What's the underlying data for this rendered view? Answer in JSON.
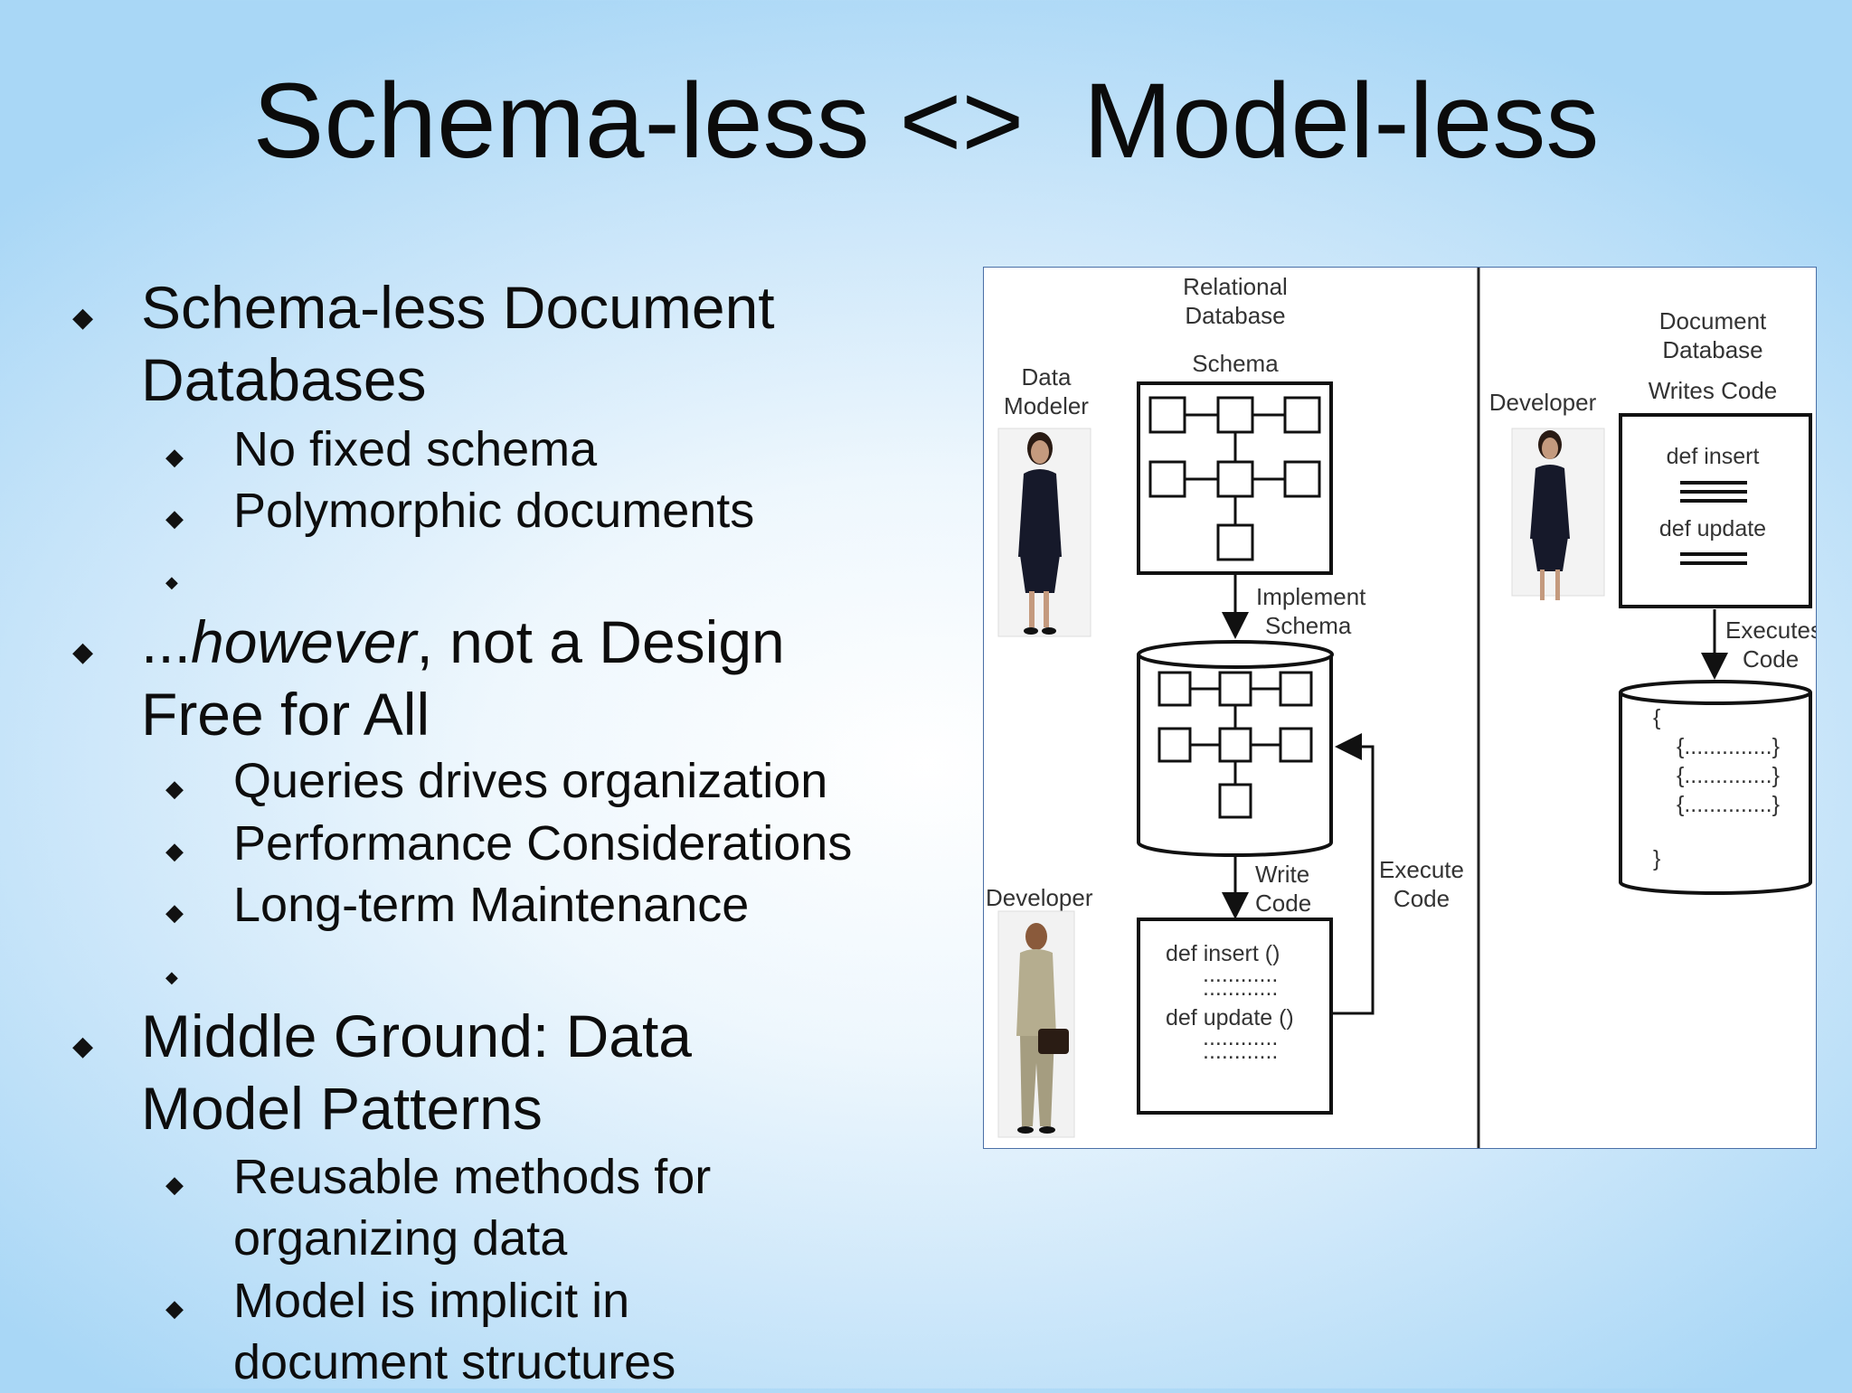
{
  "slide": {
    "title": "Schema-less <>  Model-less",
    "bullets": {
      "b1_line1": "Schema-less Document",
      "b1_line2": "Databases",
      "b1_sub1": "No fixed schema",
      "b1_sub2": "Polymorphic documents",
      "b2_prefix": "...",
      "b2_italic": "however",
      "b2_rest": ", not a Design",
      "b2_line2": "Free for All",
      "b2_sub1": "Queries drives organization",
      "b2_sub2": "Performance Considerations",
      "b2_sub3": "Long-term Maintenance",
      "b3_line1": "Middle Ground: Data",
      "b3_line2": "Model Patterns",
      "b3_sub1_line1": "Reusable methods for",
      "b3_sub1_line2": "organizing data",
      "b3_sub2_line1": "Model is implicit in",
      "b3_sub2_line2": "document structures"
    },
    "bullet_glyph": "◆"
  },
  "figure": {
    "rel_db_l1": "Relational",
    "rel_db_l2": "Database",
    "schema": "Schema",
    "data_modeler_l1": "Data",
    "data_modeler_l2": "Modeler",
    "implement_l1": "Implement",
    "implement_l2": "Schema",
    "write_l1": "Write",
    "write_l2": "Code",
    "execute_l1": "Execute",
    "execute_l2": "Code",
    "developer_left": "Developer",
    "def_insert_paren": "def insert ()",
    "def_update_paren": "def update ()",
    "dots": "............",
    "doc_db_l1": "Document",
    "doc_db_l2": "Database",
    "writes_code": "Writes Code",
    "developer_right": "Developer",
    "def_insert": "def insert",
    "def_update": "def update",
    "executes_l1": "Executes",
    "executes_l2": "Code",
    "brace_open": "{",
    "brace_close": "}",
    "doc_line": "{..............}"
  }
}
